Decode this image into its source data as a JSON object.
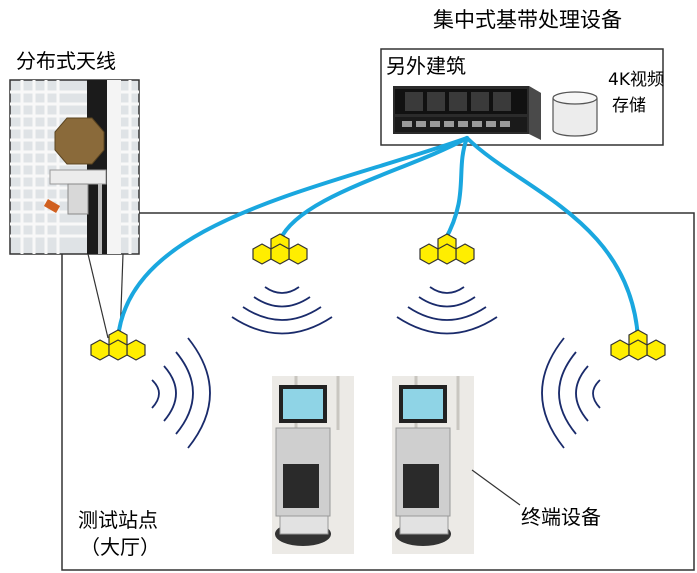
{
  "labels": {
    "baseband_title": "集中式基带处理设备",
    "building": "另外建筑",
    "storage_line1": "4K视频",
    "storage_line2": "存储",
    "antenna_title": "分布式天线",
    "site_line1": "测试站点",
    "site_line2": "（大厅）",
    "terminal": "终端设备"
  },
  "colors": {
    "cable": "#1aa7df",
    "antenna_fill": "#ffee00",
    "antenna_stroke": "#333333",
    "wave": "#1a2b6b",
    "frame": "#333333"
  },
  "icons": [
    "server-icon",
    "storage-cylinder-icon",
    "antenna-cluster-icon",
    "radio-wave-icon",
    "robot-terminal-icon",
    "antenna-photo"
  ]
}
